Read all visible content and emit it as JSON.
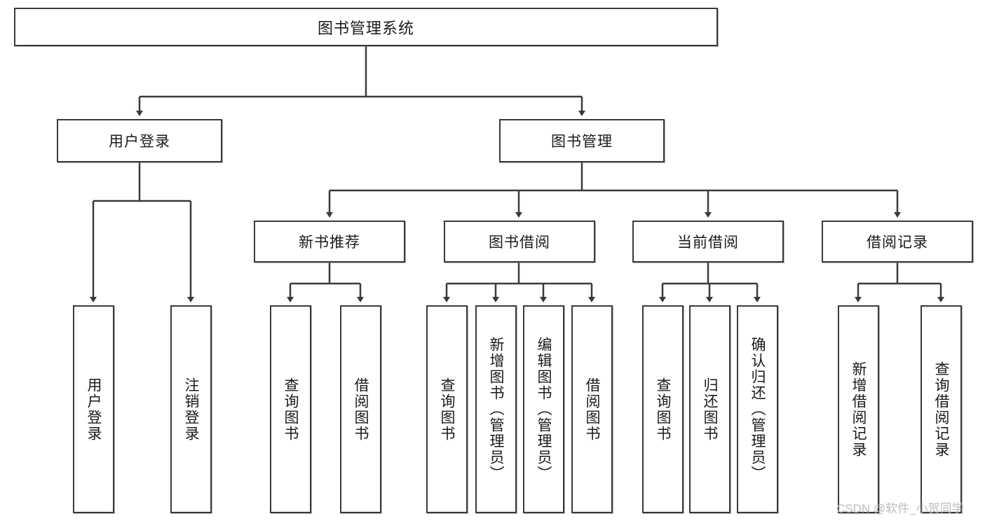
{
  "diagram": {
    "type": "tree-hierarchy-chart",
    "title_node": {
      "label": "图书管理系统"
    },
    "level2": [
      {
        "id": "user-login",
        "label": "用户登录"
      },
      {
        "id": "book-management",
        "label": "图书管理"
      }
    ],
    "level3": [
      {
        "id": "new-book-recommend",
        "label": "新书推荐",
        "parent": "book-management"
      },
      {
        "id": "book-borrow",
        "label": "图书借阅",
        "parent": "book-management"
      },
      {
        "id": "current-borrow",
        "label": "当前借阅",
        "parent": "book-management"
      },
      {
        "id": "borrow-record",
        "label": "借阅记录",
        "parent": "book-management"
      }
    ],
    "leaves": [
      {
        "id": "leaf-user-login",
        "label": "用户登录",
        "parent": "user-login"
      },
      {
        "id": "leaf-logout-login",
        "label": "注销登录",
        "parent": "user-login"
      },
      {
        "id": "leaf-query-book-1",
        "label": "查询图书",
        "parent": "new-book-recommend"
      },
      {
        "id": "leaf-borrow-book-1",
        "label": "借阅图书",
        "parent": "new-book-recommend"
      },
      {
        "id": "leaf-query-book-2",
        "label": "查询图书",
        "parent": "book-borrow"
      },
      {
        "id": "leaf-add-book",
        "label": "新增图书（管理员）",
        "parent": "book-borrow"
      },
      {
        "id": "leaf-edit-book",
        "label": "编辑图书（管理员）",
        "parent": "book-borrow"
      },
      {
        "id": "leaf-borrow-book-2",
        "label": "借阅图书",
        "parent": "book-borrow"
      },
      {
        "id": "leaf-query-book-3",
        "label": "查询图书",
        "parent": "current-borrow"
      },
      {
        "id": "leaf-return-book",
        "label": "归还图书",
        "parent": "current-borrow"
      },
      {
        "id": "leaf-confirm-return",
        "label": "确认归还（管理员）",
        "parent": "current-borrow"
      },
      {
        "id": "leaf-add-record",
        "label": "新增借阅记录",
        "parent": "borrow-record"
      },
      {
        "id": "leaf-query-record",
        "label": "查询借阅记录",
        "parent": "borrow-record"
      }
    ],
    "colors": {
      "stroke": "#3a3a3a",
      "fill": "#ffffff",
      "text": "#1a1a1a",
      "watermark": "#b9b9b9"
    }
  },
  "watermark": {
    "text": "CSDN @软件_小贺同学"
  }
}
